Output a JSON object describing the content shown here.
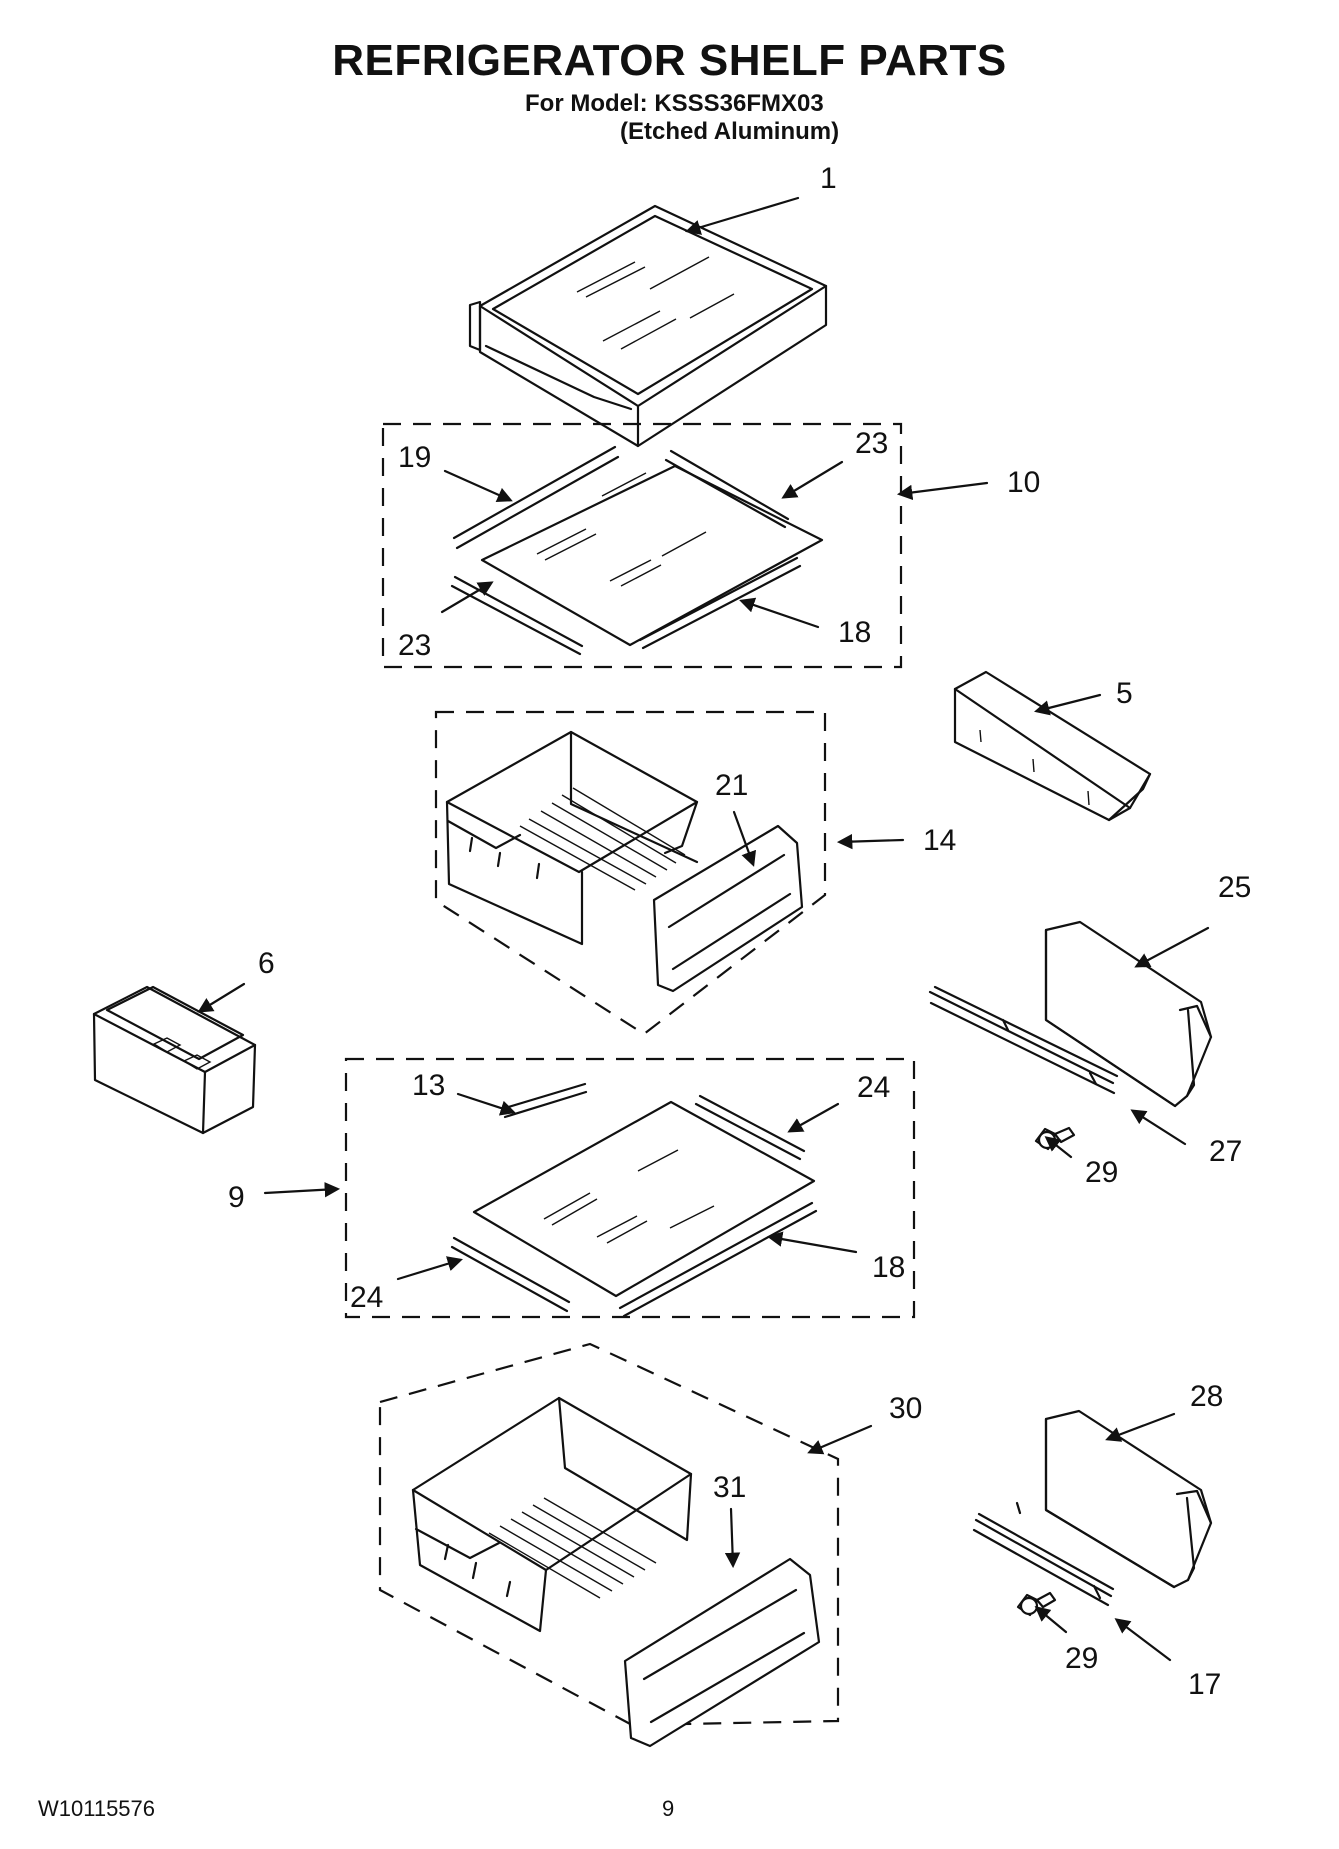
{
  "header": {
    "title": "REFRIGERATOR SHELF PARTS",
    "model_line": "For Model: KSSS36FMX03",
    "finish_line": "(Etched Aluminum)"
  },
  "footer": {
    "document_code": "W10115576",
    "page_number": "9"
  },
  "callouts": {
    "c1": "1",
    "c19": "19",
    "c23_top": "23",
    "c10": "10",
    "c23_bottom": "23",
    "c18_top": "18",
    "c5": "5",
    "c21": "21",
    "c14": "14",
    "c25": "25",
    "c6": "6",
    "c13": "13",
    "c24_top": "24",
    "c9": "9",
    "c29_top": "29",
    "c27": "27",
    "c24_bottom": "24",
    "c18_bottom": "18",
    "c30": "30",
    "c28": "28",
    "c31": "31",
    "c29_bottom": "29",
    "c17": "17"
  }
}
